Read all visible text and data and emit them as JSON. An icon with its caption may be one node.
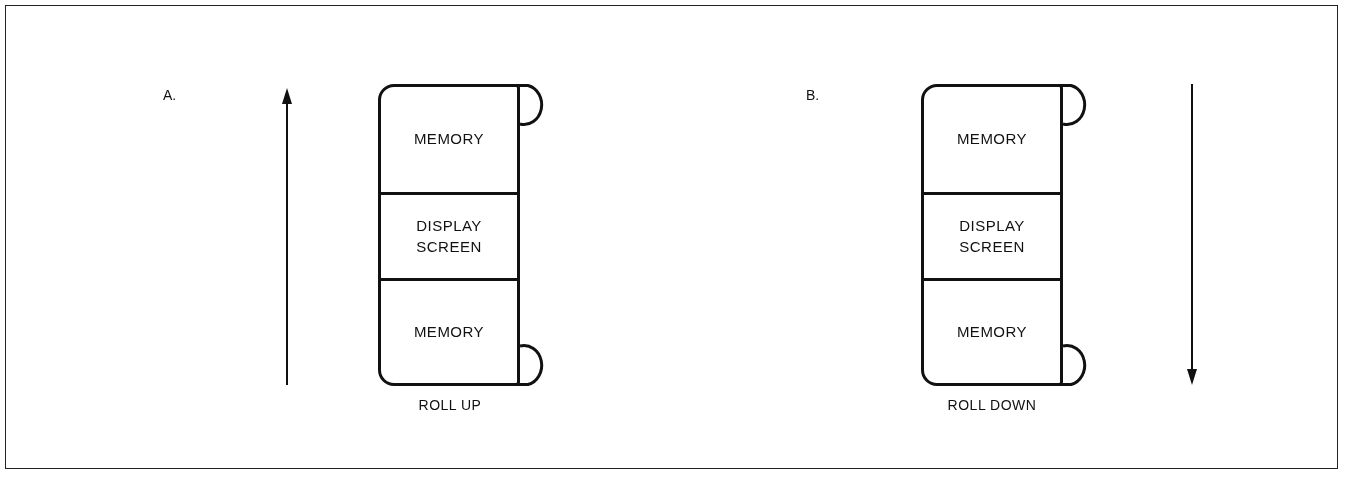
{
  "diagram": {
    "nodes": [
      {
        "text": [],
        "shape": "scroll",
        "beside": [
          "ROLL UP"
        ]
      },
      {
        "text": [
          "MEMORY"
        ],
        "in": 0
      },
      {
        "text": [
          "DISPLAY SCREEN"
        ],
        "in": 0
      },
      {
        "text": [
          "MEMORY"
        ],
        "in": 0
      },
      {
        "text": [],
        "shape": "scroll",
        "beside": [
          "ROLL DOWN"
        ]
      },
      {
        "text": [
          "MEMORY"
        ],
        "in": 4
      },
      {
        "text": [
          "DISPLAY SCREEN"
        ],
        "in": 4
      },
      {
        "text": [
          "MEMORY"
        ],
        "in": 4
      }
    ],
    "labels": [
      "A.",
      "B."
    ]
  }
}
